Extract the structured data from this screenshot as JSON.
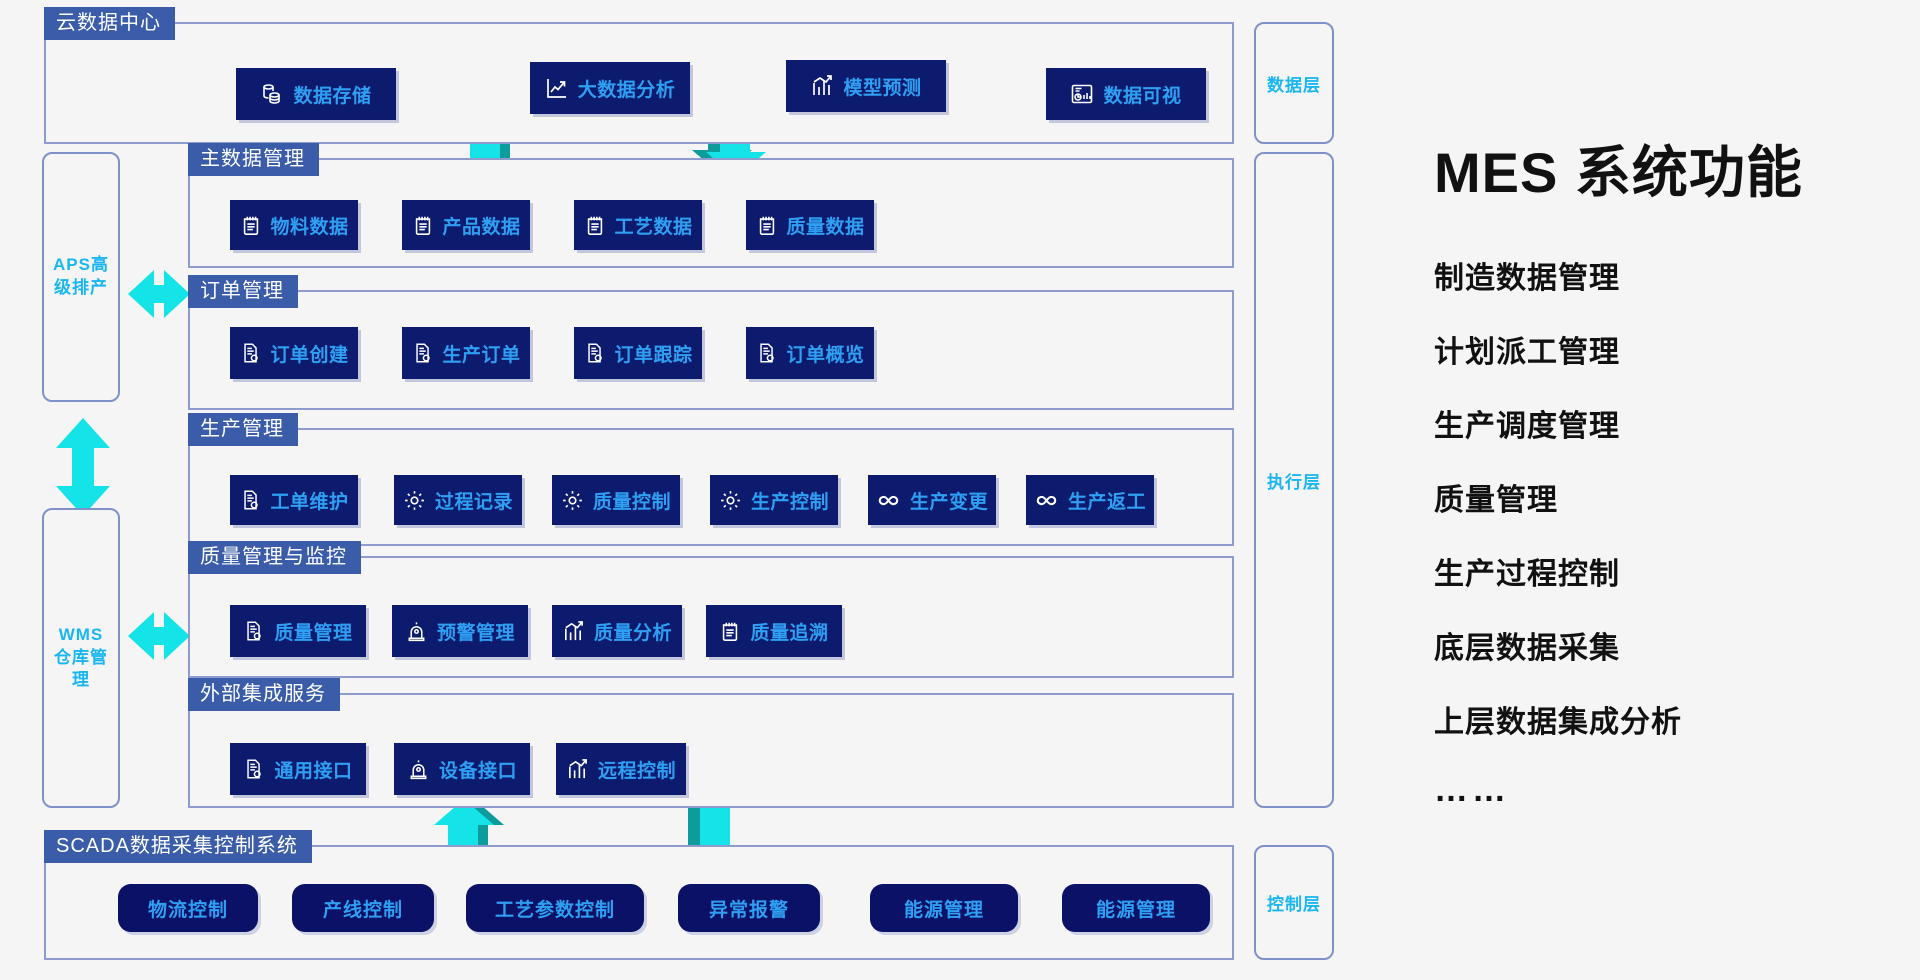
{
  "diagram": {
    "layers": [
      {
        "name": "data-layer",
        "label": "数据层"
      },
      {
        "name": "execution-layer",
        "label": "执行层"
      },
      {
        "name": "control-layer",
        "label": "控制层"
      }
    ],
    "side_systems": [
      {
        "name": "aps",
        "label": "APS高级排产"
      },
      {
        "name": "wms",
        "label": "WMS仓库管理"
      }
    ],
    "sections": [
      {
        "name": "cloud-data-center",
        "title": "云数据中心",
        "items": [
          {
            "label": "数据存储",
            "icon": "database-icon"
          },
          {
            "label": "大数据分析",
            "icon": "chart-line-icon"
          },
          {
            "label": "模型预测",
            "icon": "chart-growth-icon"
          },
          {
            "label": "数据可视",
            "icon": "dashboard-icon"
          }
        ]
      },
      {
        "name": "master-data-management",
        "title": "主数据管理",
        "items": [
          {
            "label": "物料数据",
            "icon": "clipboard-icon"
          },
          {
            "label": "产品数据",
            "icon": "clipboard-icon"
          },
          {
            "label": "工艺数据",
            "icon": "clipboard-icon"
          },
          {
            "label": "质量数据",
            "icon": "clipboard-icon"
          }
        ]
      },
      {
        "name": "order-management",
        "title": "订单管理",
        "items": [
          {
            "label": "订单创建",
            "icon": "document-gear-icon"
          },
          {
            "label": "生产订单",
            "icon": "document-gear-icon"
          },
          {
            "label": "订单跟踪",
            "icon": "document-gear-icon"
          },
          {
            "label": "订单概览",
            "icon": "document-gear-icon"
          }
        ]
      },
      {
        "name": "production-management",
        "title": "生产管理",
        "items": [
          {
            "label": "工单维护",
            "icon": "document-gear-icon"
          },
          {
            "label": "过程记录",
            "icon": "gear-icon"
          },
          {
            "label": "质量控制",
            "icon": "gear-icon"
          },
          {
            "label": "生产控制",
            "icon": "gear-icon"
          },
          {
            "label": "生产变更",
            "icon": "infinity-icon"
          },
          {
            "label": "生产返工",
            "icon": "infinity-icon"
          }
        ]
      },
      {
        "name": "quality-management-monitoring",
        "title": "质量管理与监控",
        "items": [
          {
            "label": "质量管理",
            "icon": "document-gear-icon"
          },
          {
            "label": "预警管理",
            "icon": "alarm-icon"
          },
          {
            "label": "质量分析",
            "icon": "chart-growth-icon"
          },
          {
            "label": "质量追溯",
            "icon": "clipboard-icon"
          }
        ]
      },
      {
        "name": "external-integration-services",
        "title": "外部集成服务",
        "items": [
          {
            "label": "通用接口",
            "icon": "document-gear-icon"
          },
          {
            "label": "设备接口",
            "icon": "alarm-icon"
          },
          {
            "label": "远程控制",
            "icon": "chart-growth-icon"
          }
        ]
      },
      {
        "name": "scada-system",
        "title": "SCADA数据采集控制系统",
        "items": [
          {
            "label": "物流控制",
            "icon": "none"
          },
          {
            "label": "产线控制",
            "icon": "none"
          },
          {
            "label": "工艺参数控制",
            "icon": "none"
          },
          {
            "label": "异常报警",
            "icon": "none"
          },
          {
            "label": "能源管理",
            "icon": "none"
          },
          {
            "label": "能源管理",
            "icon": "none"
          }
        ]
      }
    ]
  },
  "sidebar_right": {
    "title": "MES 系统功能",
    "items": [
      "制造数据管理",
      "计划派工管理",
      "生产调度管理",
      "质量管理",
      "生产过程控制",
      "底层数据采集",
      "上层数据集成分析",
      "……"
    ]
  },
  "colors": {
    "chip_bg": "#0d1b6e",
    "chip_text": "#2e9ff2",
    "title_bg": "#3b5ca8",
    "panel_border": "#8e9ccd",
    "layer_text": "#19b6f0",
    "arrow_cyan": "#14e3e8",
    "arrow_teal": "#0e9b9b",
    "background": "#f5f5f6"
  }
}
